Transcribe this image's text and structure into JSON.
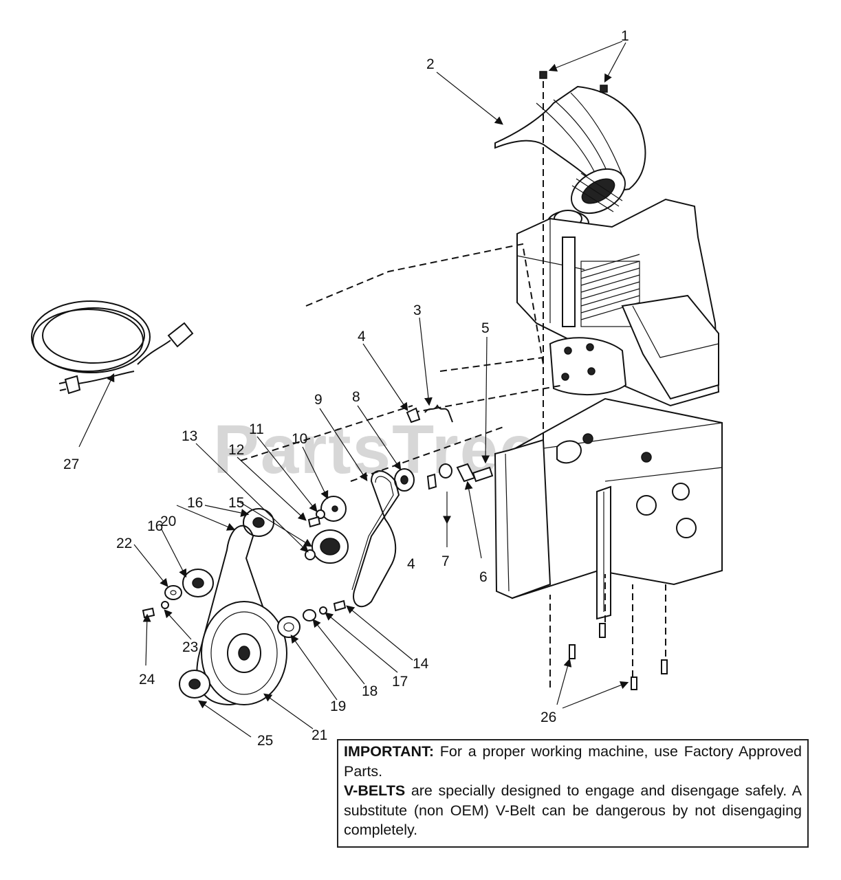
{
  "watermark": "PartsTree",
  "callouts": [
    "1",
    "2",
    "3",
    "4",
    "4",
    "5",
    "6",
    "7",
    "8",
    "9",
    "10",
    "11",
    "12",
    "13",
    "14",
    "15",
    "16",
    "16",
    "17",
    "18",
    "19",
    "20",
    "21",
    "22",
    "23",
    "24",
    "25",
    "26",
    "27"
  ],
  "notice": {
    "important_label": "IMPORTANT:",
    "important_text": " For a proper working machine, use Factory Approved Parts.",
    "vbelts_label": "V-BELTS",
    "vbelts_text": " are specially designed to engage and disengage safely. A substitute (non OEM) V-Belt can be dangerous by not disengaging completely."
  }
}
